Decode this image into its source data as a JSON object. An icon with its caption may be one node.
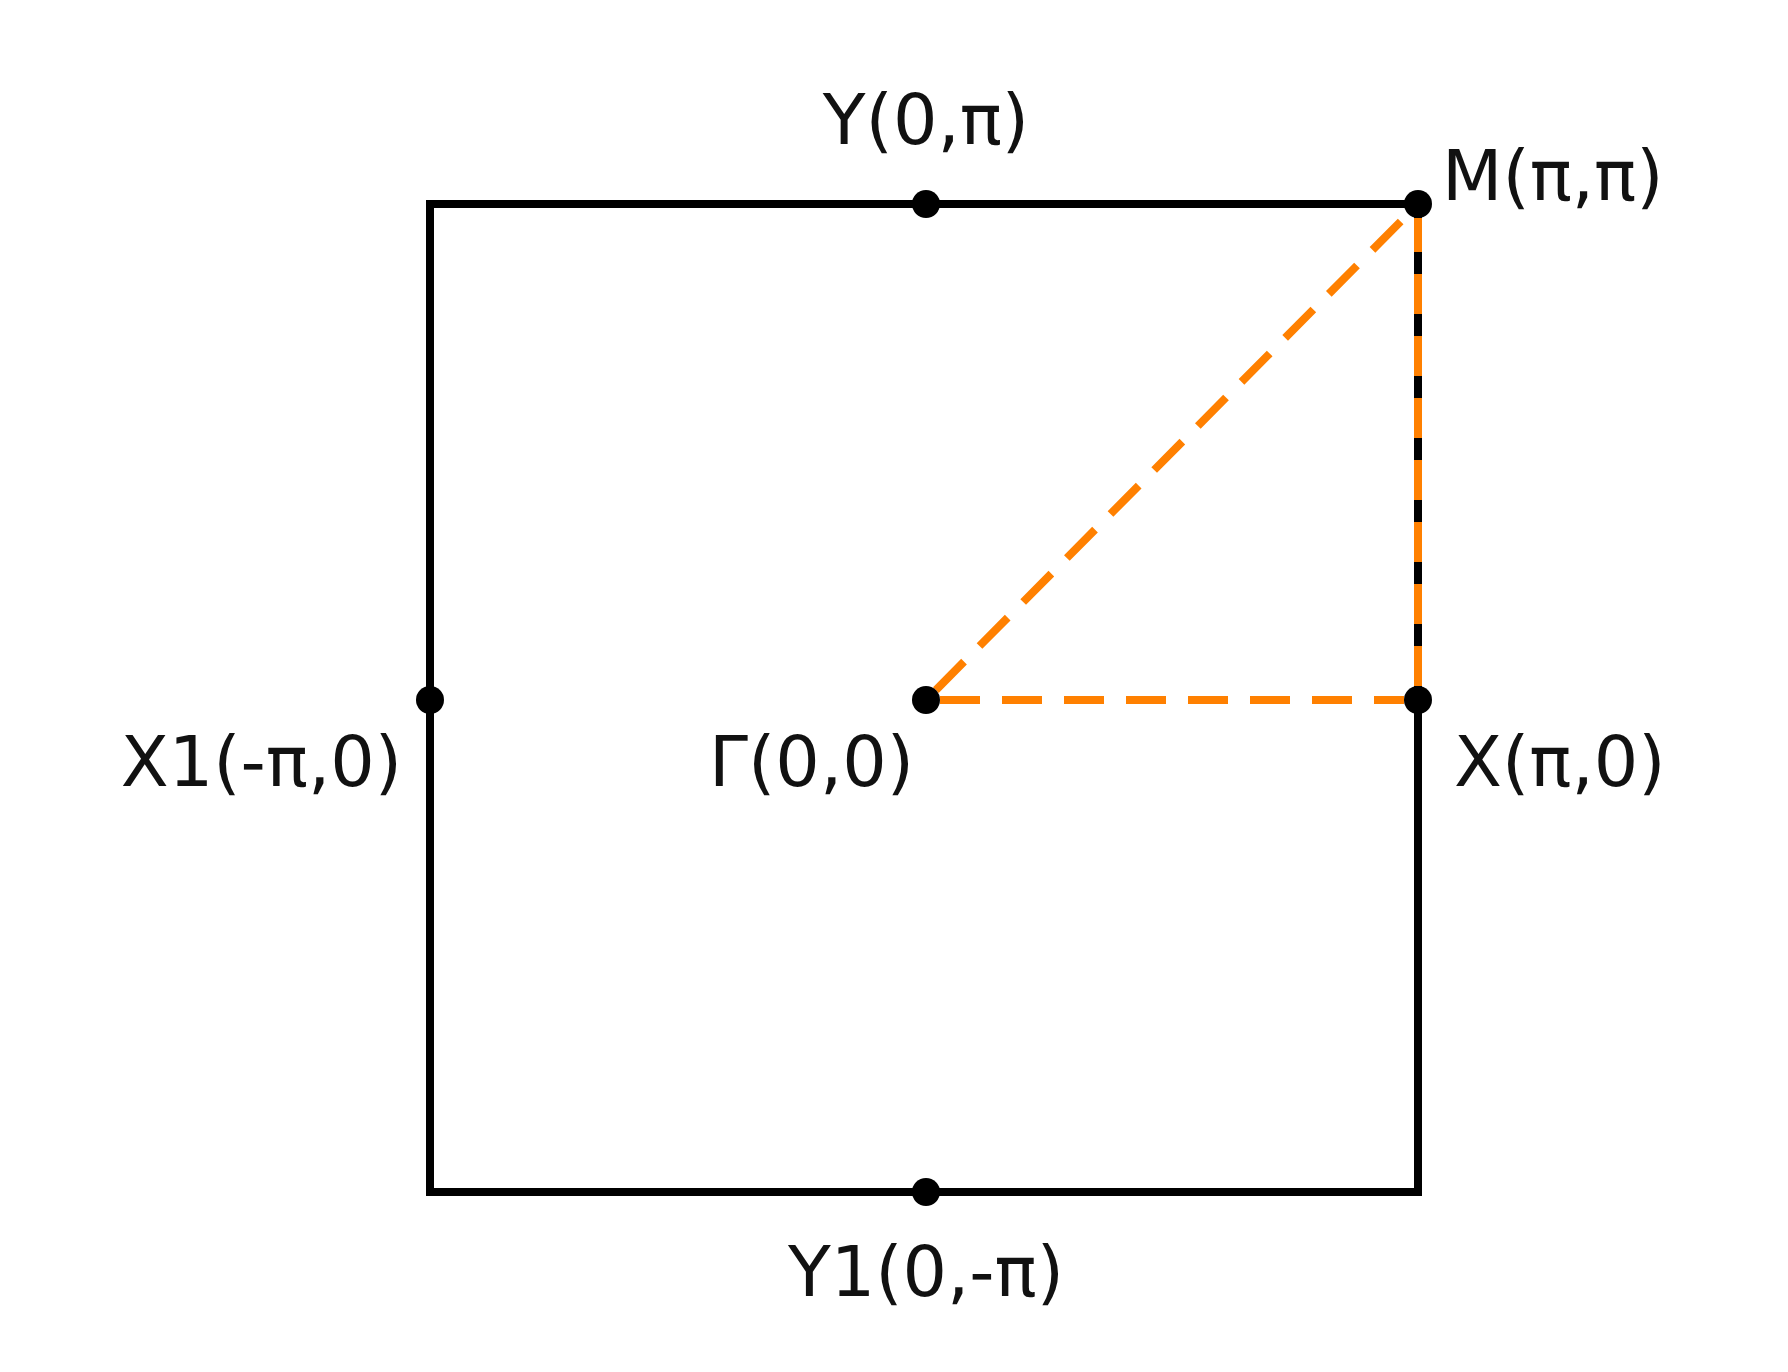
{
  "diagram": {
    "nodes": [
      {
        "text": [
          "Y(0,π)"
        ]
      },
      {
        "text": [
          "M(π,π)"
        ]
      },
      {
        "text": [
          "X1(-π,0)"
        ]
      },
      {
        "text": [
          "Γ(0,0)"
        ]
      },
      {
        "text": [
          "X(π,0)"
        ]
      },
      {
        "text": [
          "Y1(0,-π)"
        ]
      }
    ],
    "edges": [
      {
        "from": 3,
        "to": 1,
        "arrow": "none",
        "style": "dashed",
        "color": "#ff8000"
      },
      {
        "from": 3,
        "to": 4,
        "arrow": "none",
        "style": "dashed",
        "color": "#ff8000"
      },
      {
        "from": 4,
        "to": 1,
        "arrow": "none",
        "style": "dashed",
        "color": "#ff8000"
      }
    ]
  }
}
